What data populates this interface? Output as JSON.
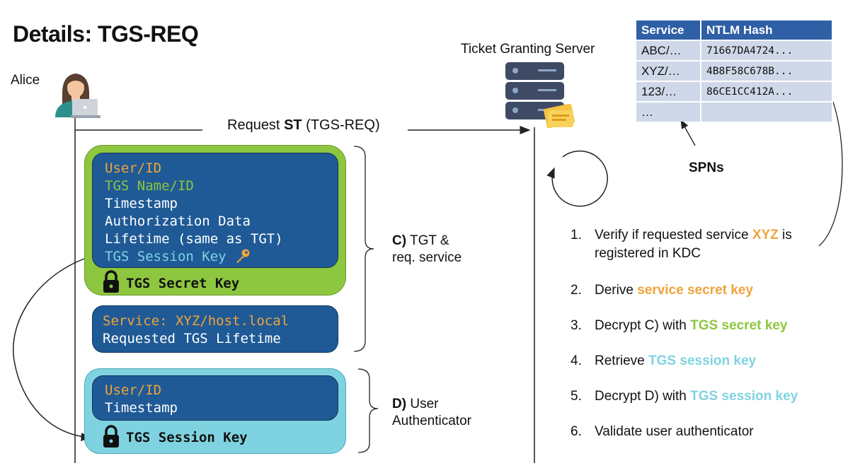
{
  "title": "Details: TGS-REQ",
  "alice_label": "Alice",
  "tgs_label": "Ticket Granting Server",
  "request_label": {
    "pre": "Request ",
    "bold": "ST",
    "post": " (TGS-REQ)"
  },
  "tgt_box": {
    "lines": [
      "User/ID",
      "TGS Name/ID",
      "Timestamp",
      "Authorization Data",
      "Lifetime (same as TGT)",
      "TGS Session Key"
    ],
    "key_label": "TGS Secret Key"
  },
  "service_box": {
    "service": "Service: XYZ/host.local",
    "lifetime": "Requested TGS Lifetime"
  },
  "auth_box": {
    "lines": [
      "User/ID",
      "Timestamp"
    ],
    "key_label": "TGS Session Key"
  },
  "label_c": {
    "bold": "C)",
    "text1": " TGT &",
    "text2": "req. service"
  },
  "label_d": {
    "bold": "D)",
    "text1": " User",
    "text2": "Authenticator"
  },
  "hash_table": {
    "headers": [
      "Service",
      "NTLM Hash"
    ],
    "rows": [
      [
        "ABC/…",
        "71667DA4724..."
      ],
      [
        "XYZ/…",
        "4B8F58C678B..."
      ],
      [
        "123/…",
        "86CE1CC412A..."
      ],
      [
        "…",
        ""
      ]
    ]
  },
  "spns_label": "SPNs",
  "steps": [
    {
      "num": "1.",
      "parts": [
        {
          "t": "Verify if requested service ",
          "c": ""
        },
        {
          "t": "XYZ",
          "c": "orange"
        },
        {
          "t": " is",
          "c": ""
        }
      ],
      "line2": "registered in KDC"
    },
    {
      "num": "2.",
      "parts": [
        {
          "t": "Derive ",
          "c": ""
        },
        {
          "t": "service secret key",
          "c": "orange"
        }
      ]
    },
    {
      "num": "3.",
      "parts": [
        {
          "t": "Decrypt C) with ",
          "c": ""
        },
        {
          "t": "TGS secret key",
          "c": "green"
        }
      ]
    },
    {
      "num": "4.",
      "parts": [
        {
          "t": "Retrieve ",
          "c": ""
        },
        {
          "t": "TGS session key",
          "c": "cyan"
        }
      ]
    },
    {
      "num": "5.",
      "parts": [
        {
          "t": "Decrypt D) with ",
          "c": ""
        },
        {
          "t": "TGS session key",
          "c": "cyan"
        }
      ]
    },
    {
      "num": "6.",
      "parts": [
        {
          "t": "Validate user authenticator",
          "c": ""
        }
      ]
    }
  ],
  "colors": {
    "orange": "#f0a33a",
    "green": "#8dc63f",
    "cyan": "#7fd3e1",
    "navy": "#1f5a96",
    "table_header": "#2f5fa5"
  }
}
